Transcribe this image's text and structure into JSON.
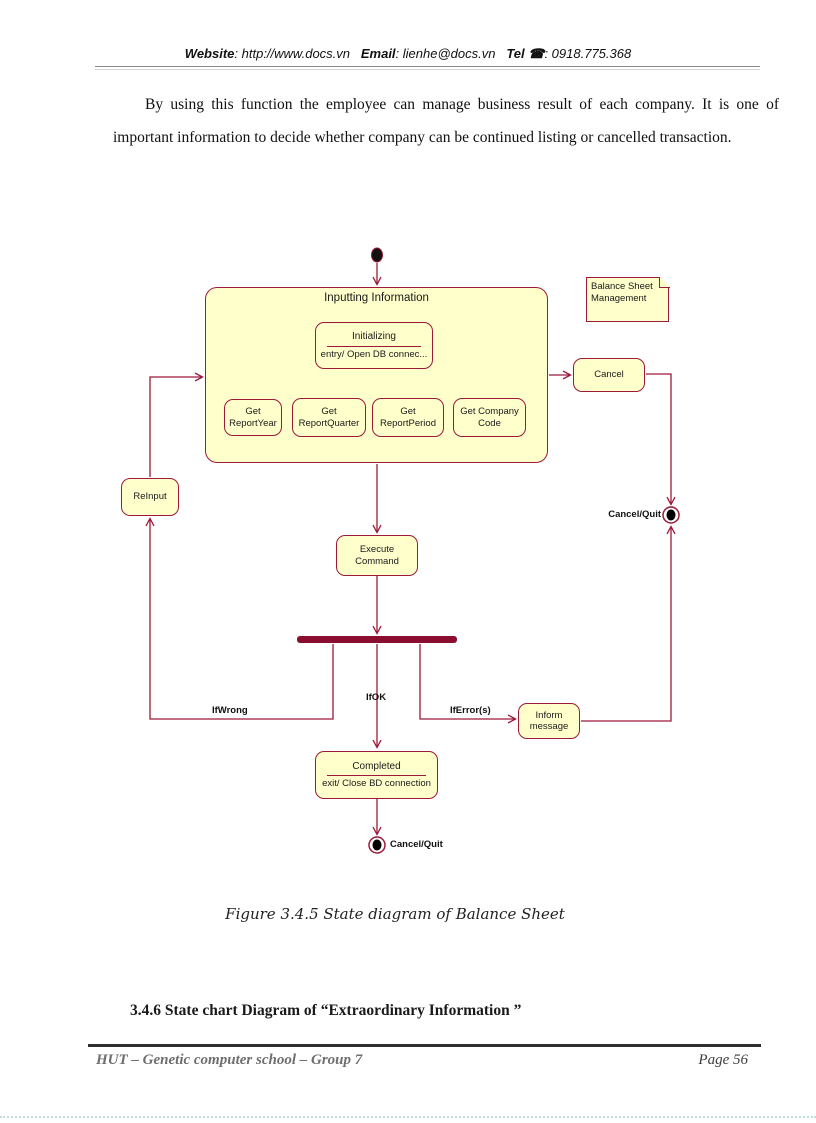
{
  "header": {
    "website_label": "Website",
    "website_value": ": http://www.docs.vn",
    "email_label": "Email",
    "email_value": ": lienhe@docs.vn",
    "tel_label": "Tel",
    "phone_icon": "☎",
    "tel_value": ": 0918.775.368"
  },
  "paragraph": "By using this function the employee can manage business result of each company. It is one of important information to decide whether company can be continued listing or cancelled transaction.",
  "diagram": {
    "composite_state": {
      "title": "Inputting Information"
    },
    "initializing": {
      "title": "Initializing",
      "entry": "entry/ Open DB connec..."
    },
    "substates": [
      "Get ReportYear",
      "Get ReportQuarter",
      "Get ReportPeriod",
      "Get Company Code"
    ],
    "note": "Balance Sheet Management",
    "cancel": "Cancel",
    "reinput": "ReInput",
    "execute": "Execute Command",
    "labels": {
      "if_wrong": "IfWrong",
      "if_ok": "IfOK",
      "if_error": "IfError(s)"
    },
    "inform": "Inform message",
    "completed": {
      "title": "Completed",
      "exit": "exit/ Close BD connection"
    },
    "final_right_label": "Cancel/Quit",
    "final_bottom_label": "Cancel/Quit",
    "colors": {
      "state_fill": "#FFFFCC",
      "state_border": "#9D1939",
      "connector": "#9D1939",
      "sync_bar": "#8A0E2F"
    }
  },
  "caption": "Figure 3.4.5 State diagram of Balance Sheet",
  "heading": "3.4.6 State chart Diagram of “Extraordinary Information ”",
  "footer": {
    "left": "HUT – Genetic computer school – Group 7",
    "right": "Page 56"
  }
}
